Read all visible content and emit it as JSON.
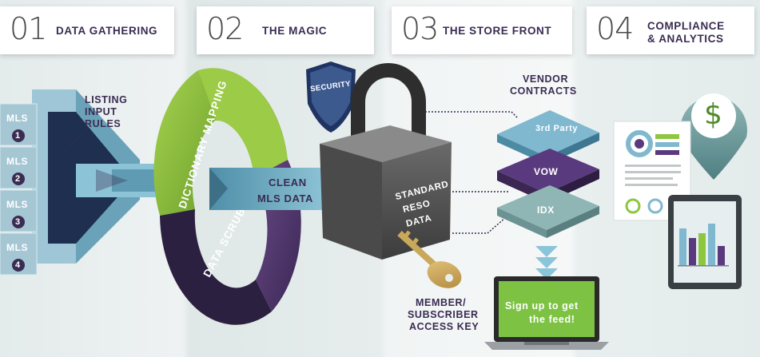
{
  "steps": [
    {
      "number": "01",
      "title": "DATA GATHERING"
    },
    {
      "number": "02",
      "title": "THE MAGIC"
    },
    {
      "number": "03",
      "title": "THE STORE FRONT"
    },
    {
      "number": "04",
      "title_line1": "COMPLIANCE",
      "title_line2": "& ANALYTICS"
    }
  ],
  "gathering": {
    "mls_label": "MLS",
    "mls_numbers": [
      "1",
      "2",
      "3",
      "4"
    ],
    "rules_label": [
      "LISTING",
      "INPUT",
      "RULES"
    ]
  },
  "magic": {
    "ring_top": "DICTIONARY MAPPING",
    "ring_bottom": "DATA SCRUBBING",
    "arrow_label": [
      "CLEAN",
      "MLS DATA"
    ],
    "security": "SECURITY"
  },
  "lock": {
    "label": [
      "STANDARD",
      "RESO",
      "DATA"
    ]
  },
  "store": {
    "vendor_label": [
      "VENDOR",
      "CONTRACTS"
    ],
    "layers": [
      "3rd Party",
      "VOW",
      "IDX"
    ],
    "key_label": [
      "MEMBER/",
      "SUBSCRIBER",
      "ACCESS KEY"
    ],
    "laptop_text": [
      "Sign up to get",
      "the feed!"
    ]
  },
  "analytics": {
    "currency_symbol": "$"
  },
  "colors": {
    "purple": "#3a2c52",
    "green": "#8dc63f",
    "teal": "#5a8c8f",
    "light_blue": "#7fb8cf"
  }
}
